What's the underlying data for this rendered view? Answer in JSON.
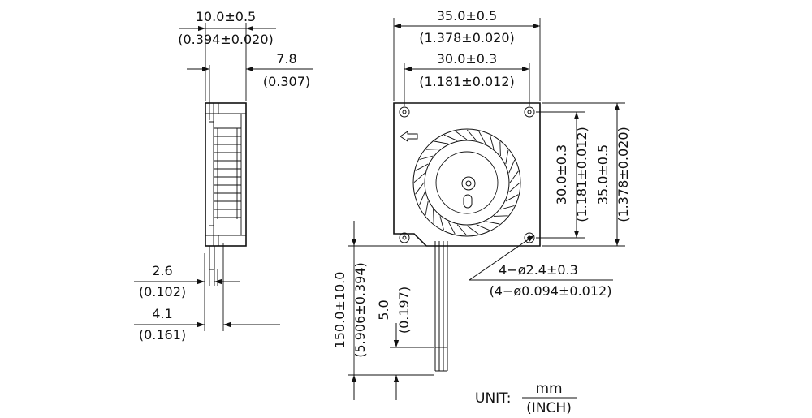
{
  "side_view": {
    "width": {
      "mm": "10.0±0.5",
      "inch": "(0.394±0.020)"
    },
    "depth": {
      "mm": "7.8",
      "inch": "(0.307)"
    },
    "lead_a": {
      "mm": "2.6",
      "inch": "(0.102)"
    },
    "lead_b": {
      "mm": "4.1",
      "inch": "(0.161)"
    }
  },
  "front_view": {
    "overall_width": {
      "mm": "35.0±0.5",
      "inch": "(1.378±0.020)"
    },
    "hole_pitch_x": {
      "mm": "30.0±0.3",
      "inch": "(1.181±0.012)"
    },
    "hole_pitch_y": {
      "mm": "30.0±0.3",
      "inch": "(1.181±0.012)"
    },
    "overall_height": {
      "mm": "35.0±0.5",
      "inch": "(1.378±0.020)"
    },
    "holes": {
      "mm": "4−ø2.4±0.3",
      "inch": "(4−ø0.094±0.012)"
    },
    "lead_length": {
      "mm": "150.0±10.0",
      "inch": "(5.906±0.394)"
    },
    "strip_length": {
      "mm": "5.0",
      "inch": "(0.197)"
    }
  },
  "unit": {
    "label": "UNIT:",
    "numerator": "mm",
    "denominator": "(INCH)"
  }
}
